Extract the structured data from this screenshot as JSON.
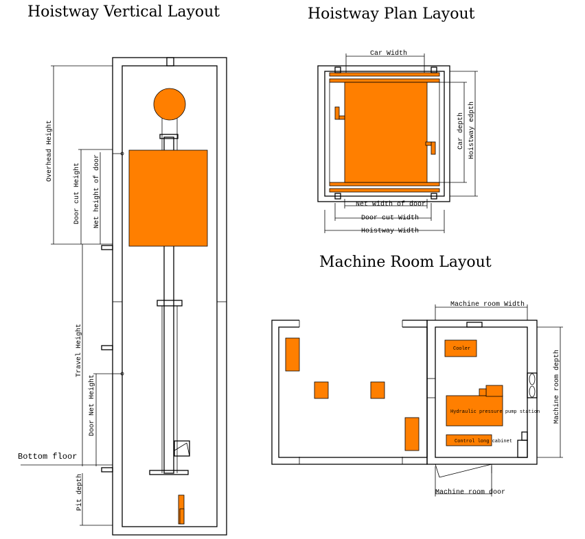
{
  "titles": {
    "vertical": "Hoistway Vertical Layout",
    "plan": "Hoistway Plan Layout",
    "machine": "Machine Room Layout"
  },
  "vertical_labels": {
    "overhead_height": "Overhead Height",
    "door_cut_height": "Door cut Height",
    "net_height_of_door": "Net height of door",
    "travel_height": "Travel Height",
    "door_net_height": "Door Net Height",
    "bottom_floor": "Bottom floor",
    "pit_depth": "Pit depth"
  },
  "plan_labels": {
    "car_width": "Car Width",
    "car_depth": "Car depth",
    "hoistway_depth": "Hoistway edpth",
    "net_width_of_door": "Net Width of door",
    "door_cut_width": "Door cut Width",
    "hoistway_width": "Hoistway Width"
  },
  "machine_labels": {
    "machine_room_width": "Machine room Width",
    "machine_room_depth": "Machine room depth",
    "machine_room_door": "Machine room door",
    "cooler": "Cooler",
    "pump_station": "Hydraulic pressure pump station",
    "control_cabinet": "Control long cabinet"
  },
  "colors": {
    "equipment": "#ff7f00",
    "lines": "#000000",
    "background": "#ffffff"
  }
}
